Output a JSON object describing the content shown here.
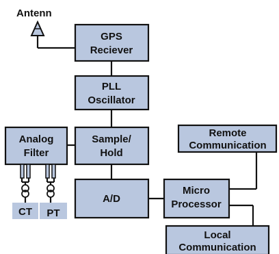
{
  "antenna": {
    "label": "Antenn"
  },
  "blocks": {
    "gps": {
      "line1": "GPS",
      "line2": "Reciever"
    },
    "pll": {
      "line1": "PLL",
      "line2": "Oscillator"
    },
    "sample_hold": {
      "line1": "Sample/",
      "line2": "Hold"
    },
    "analog_filter": {
      "line1": "Analog",
      "line2": "Filter"
    },
    "ad": {
      "line1": "A/D"
    },
    "micro": {
      "line1": "Micro",
      "line2": "Processor"
    },
    "remote": {
      "line1": "Remote",
      "line2": "Communication"
    },
    "local": {
      "line1": "Local",
      "line2": "Communication"
    }
  },
  "sensors": {
    "ct": "CT",
    "pt": "PT"
  },
  "colors": {
    "block_fill": "#b9c7df",
    "line": "#111111"
  }
}
